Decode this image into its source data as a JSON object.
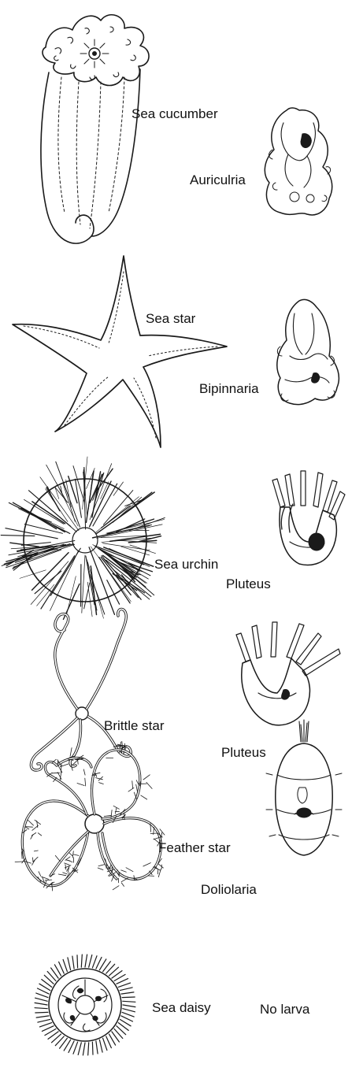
{
  "rows": [
    {
      "adult": "Sea cucumber",
      "larva": "Auriculria"
    },
    {
      "adult": "Sea star",
      "larva": "Bipinnaria"
    },
    {
      "adult": "Sea urchin",
      "larva": "Pluteus"
    },
    {
      "adult": "Brittle star",
      "larva": "Pluteus"
    },
    {
      "adult": "Feather star",
      "larva": "Doliolaria"
    },
    {
      "adult": "Sea daisy",
      "larva": "No larva"
    }
  ]
}
